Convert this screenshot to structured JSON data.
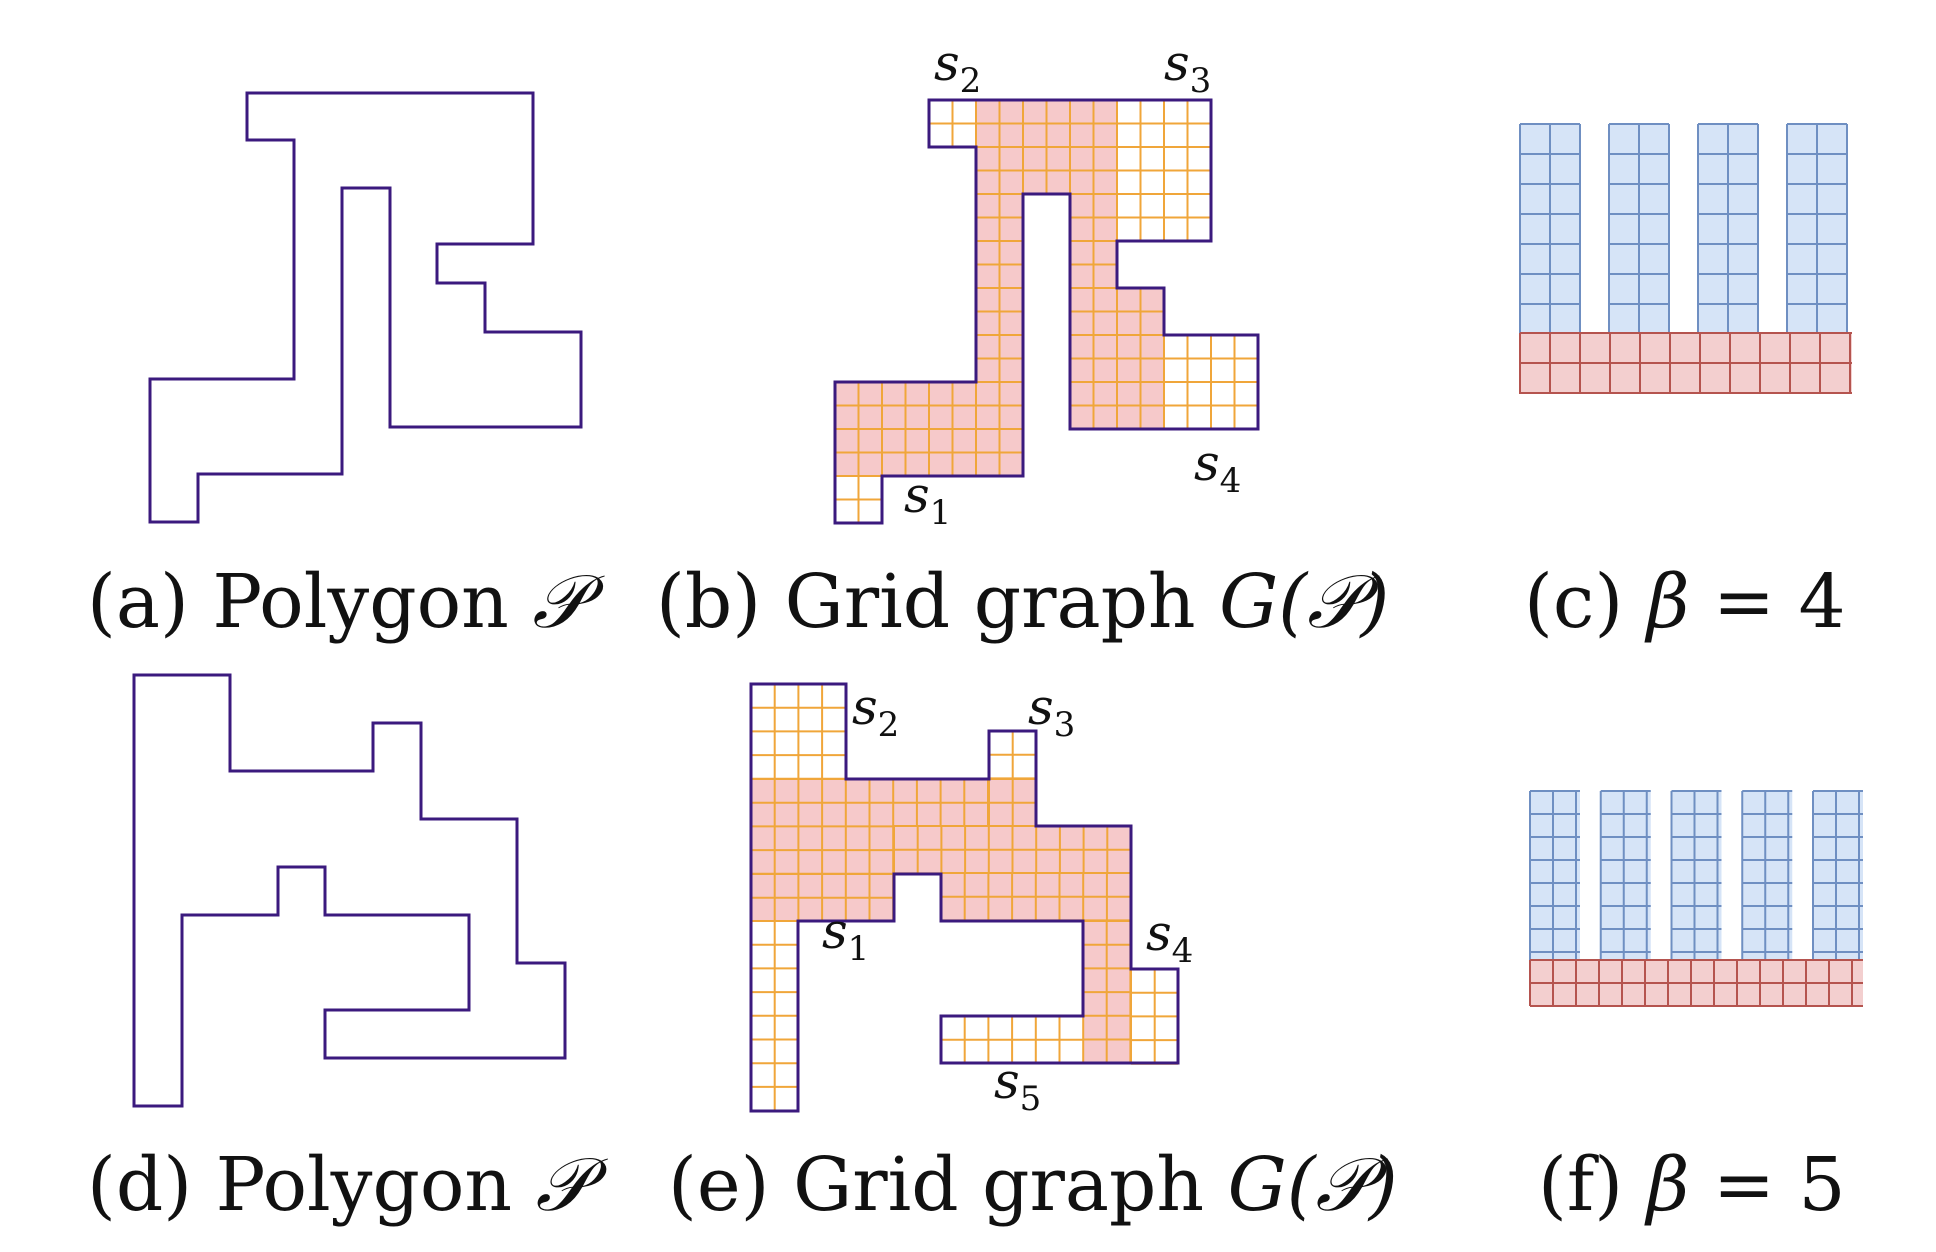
{
  "colors": {
    "outline": "#3b1a7e",
    "pink_fill": "#f6c9ca",
    "grid_line": "#f0a63a",
    "blue_fill": "#d6e4f7",
    "blue_line": "#6f8fc2",
    "red_fill": "#f3cfcf",
    "red_line": "#b5544f"
  },
  "panels": {
    "a": {
      "caption_prefix": "(a)",
      "caption_text": "Polygon",
      "caption_symbol": "𝒫"
    },
    "b": {
      "caption_prefix": "(b)",
      "caption_text": "Grid graph",
      "caption_G": "G",
      "caption_symbol": "(𝒫)",
      "labels": [
        {
          "base": "s",
          "sub": "1"
        },
        {
          "base": "s",
          "sub": "2"
        },
        {
          "base": "s",
          "sub": "3"
        },
        {
          "base": "s",
          "sub": "4"
        }
      ]
    },
    "c": {
      "caption_prefix": "(c)",
      "caption_beta": "β",
      "caption_eq": "= 4",
      "beta": 4
    },
    "d": {
      "caption_prefix": "(d)",
      "caption_text": "Polygon",
      "caption_symbol": "𝒫"
    },
    "e": {
      "caption_prefix": "(e)",
      "caption_text": "Grid graph",
      "caption_G": "G",
      "caption_symbol": "(𝒫)",
      "labels": [
        {
          "base": "s",
          "sub": "1"
        },
        {
          "base": "s",
          "sub": "2"
        },
        {
          "base": "s",
          "sub": "3"
        },
        {
          "base": "s",
          "sub": "4"
        },
        {
          "base": "s",
          "sub": "5"
        }
      ]
    },
    "f": {
      "caption_prefix": "(f)",
      "caption_beta": "β",
      "caption_eq": "= 5",
      "beta": 5
    }
  }
}
